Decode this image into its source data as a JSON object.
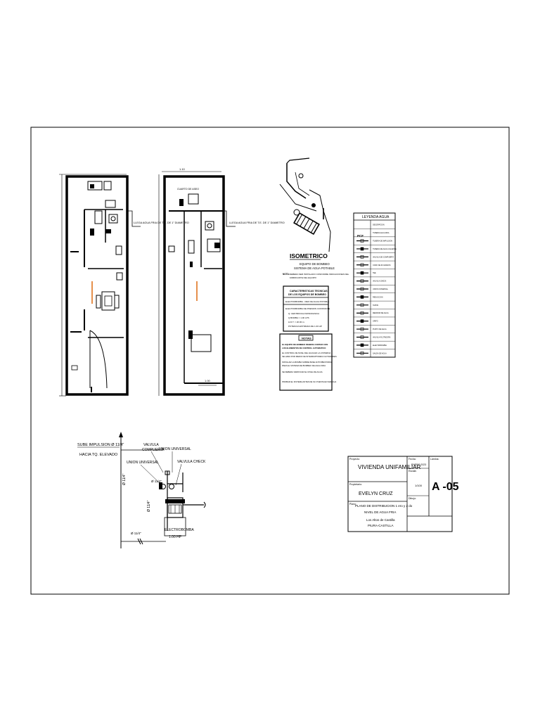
{
  "plan_1": {
    "note_label": "LLEGA AGUA FRIA DE T.E. DE 1\" DIAMETRO"
  },
  "plan_2": {
    "top_dim": "1.10",
    "top_label": "CUARTO DE ASEO",
    "note_label": "LLEGA AGUA FRIA DE T.E. DE 1\" DIAMETRO",
    "bottom_dim": "1.00"
  },
  "isometric": {
    "title": "ISOMETRICO",
    "subtitle_1": "EQUIPO DE BOMBEO",
    "subtitle_2": "SISTEMA DE AGUA POTABLE",
    "nota_label": "NOTA:",
    "nota_text_1": "DEBERA SER INSTALADO CONFORME INDICACIONES DEL",
    "nota_text_2": "FABRICANTE DEL EQUIPO",
    "specs_title_1": "CARACTERISTICAS TECNICAS",
    "specs_title_2": "DE LOS EQUIPOS DE BOMBEO",
    "specs_line_1": "ELECTROBOMBA  -  RED DE AGUA POTABLE",
    "specs_line_2": "ELECTROBOMBA DE PRESION CONSTANTE",
    "specs_bullets": [
      "Q: CENTRIFUGA MONOFASICA",
      "Q BOMBA = 1.00 LPS",
      "H.D.T. = 20.00 m.",
      "POTENCIA ESTIMADA DE 1.00 HP"
    ],
    "notas_title": "NOTAS",
    "notas_lines": [
      "EL EQUIPO DE BOMBEO DEBERA CONTAR CON",
      "LOS ELEMENTOS DE CONTROL AUTOMATICO",
      "EL CONTROL DE NIVEL DEL AGUA EN LA CISTERNA",
      "SE HARA POR MEDIO DE INTERRUPTORES FLOTADORES",
      "INSTALAR LA BOMBA SOBRE BASE ANTIVIBRATORIA",
      "PARA EL SISTEMA DE BOMBEO DE AGUA FRIA",
      "SE DEBERA VERIFICAR EL NIVEL DE AGUA",
      "PROBAR EL SISTEMA ANTES DE SU PUESTA EN MARCHA"
    ]
  },
  "legend": {
    "title": "LEYENDA AGUA",
    "rows": [
      "DESCRIPCION",
      "TUBERIA AGUA FRIA",
      "TUBERIA DE IMPULSION",
      "TUBERIA DE AGUA CALIENTE",
      "VALVULA DE COMPUERTA",
      "CODO DE 90 GRADOS",
      "TEE",
      "VALVULA CHECK",
      "UNION UNIVERSAL",
      "REDUCCION",
      "TAPON",
      "MEDIDOR DE AGUA",
      "GRIFO",
      "PUNTO DE AGUA",
      "VALVULA FLOTADORA",
      "ELECTROBOMBA",
      "SALIDA DE AGUA"
    ],
    "symbol_label": "PCF"
  },
  "pump_detail": {
    "sube_label": "SUBE IMPULSION Ø 11/4\"",
    "hacia_label": "HACIA TQ. ELEVADO",
    "valvula_compuerta_1": "VALVULA",
    "valvula_compuerta_2": "COMPUERTA",
    "union_universal_top": "UNION UNIVERSAL",
    "union_universal_left": "UNION UNIVERSAL",
    "valvula_check": "VALVULA CHECK",
    "diam_mid": "Ø 11/4\"",
    "diam_bottom": "Ø 11/4\"",
    "vertical_dim_1": "Ø 11/4\"",
    "vertical_dim_2": "Ø 11/4\"",
    "electrobomba_1": "ELECTROBOMBA",
    "electrobomba_2": "1.00 HP"
  },
  "title_block": {
    "project_label": "Proyecto:",
    "project_title": "VIVIENDA UNIFAMILIAR",
    "owner_label": "Propietario:",
    "owner": "EVELYN CRUZ",
    "plano_label": "Plano:",
    "plano_1": "PLANO DE DISTRIBUCION  1 ero y 2 do",
    "plano_2": "NIVEL DE AGUA FRIA",
    "location_1": "Los Altos de Castilla",
    "location_2": "PIURA-CASTILLA",
    "fecha_label": "Fecha:",
    "fecha": "ENERO 2023",
    "escala_label": "Escala:",
    "escala": "1/100",
    "dibujo_label": "Dibujo:",
    "lamina_label": "Lámina:",
    "sheet_number": "A -05"
  }
}
